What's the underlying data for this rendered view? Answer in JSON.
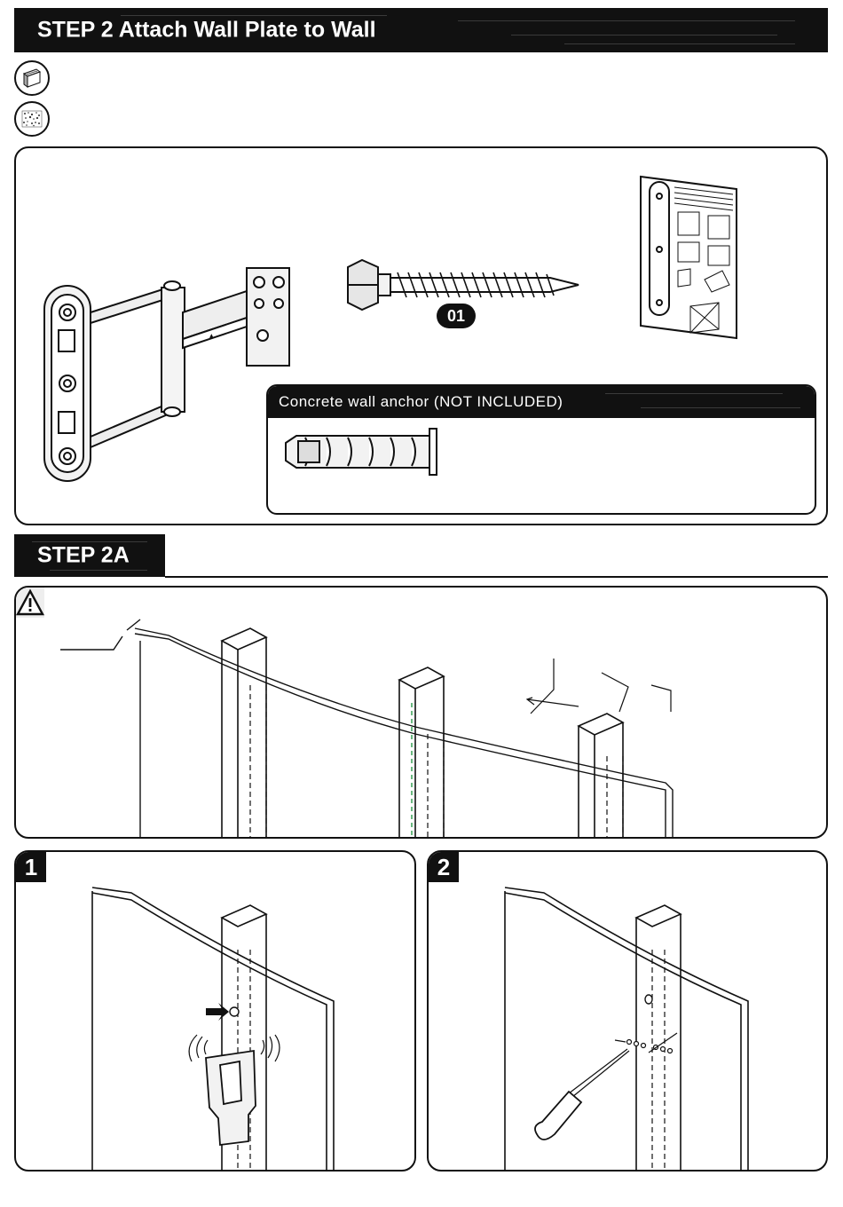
{
  "step_header": {
    "title": "STEP 2 Attach Wall Plate to Wall"
  },
  "icons": [
    {
      "name": "wood-stud-icon"
    },
    {
      "name": "concrete-icon"
    }
  ],
  "parts": {
    "screw_badge": "01",
    "anchor_panel_title": "Concrete wall anchor (NOT INCLUDED)"
  },
  "step2a": {
    "title": "STEP 2A",
    "warning_icon": "warning-triangle-icon"
  },
  "substeps": [
    {
      "number": "1"
    },
    {
      "number": "2"
    }
  ]
}
